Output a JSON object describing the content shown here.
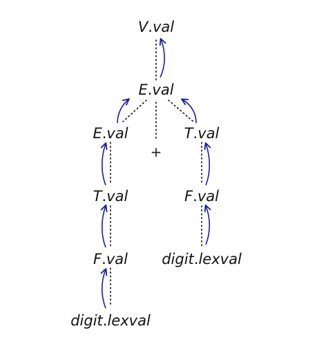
{
  "colors": {
    "arrow": "#1a1aa6",
    "text": "#111111"
  },
  "nodes": {
    "root": {
      "obj": "V",
      "attr": "val"
    },
    "e_top": {
      "obj": "E",
      "attr": "val"
    },
    "e_left": {
      "obj": "E",
      "attr": "val"
    },
    "plus": "+",
    "t_right": {
      "obj": "T",
      "attr": "val"
    },
    "t_left": {
      "obj": "T",
      "attr": "val"
    },
    "f_right": {
      "obj": "F",
      "attr": "val"
    },
    "f_left": {
      "obj": "F",
      "attr": "val"
    },
    "digit_right": {
      "obj": "digit",
      "attr": "lexval"
    },
    "digit_left": {
      "obj": "digit",
      "attr": "lexval"
    }
  }
}
